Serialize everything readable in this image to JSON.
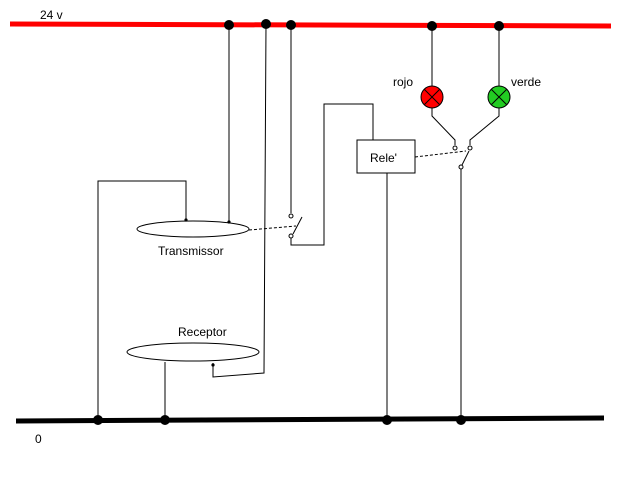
{
  "rails": {
    "top_label": "24 v",
    "bottom_label": "0",
    "top_color": "#ff0000",
    "bottom_color": "#000000"
  },
  "components": {
    "transmitter_label": "Transmissor",
    "receiver_label": "Receptor",
    "relay_label": "Rele'",
    "lamp_red_label": "rojo",
    "lamp_green_label": "verde"
  },
  "colors": {
    "lamp_red": "#ff0000",
    "lamp_green": "#22cc22",
    "wire": "#000000"
  }
}
